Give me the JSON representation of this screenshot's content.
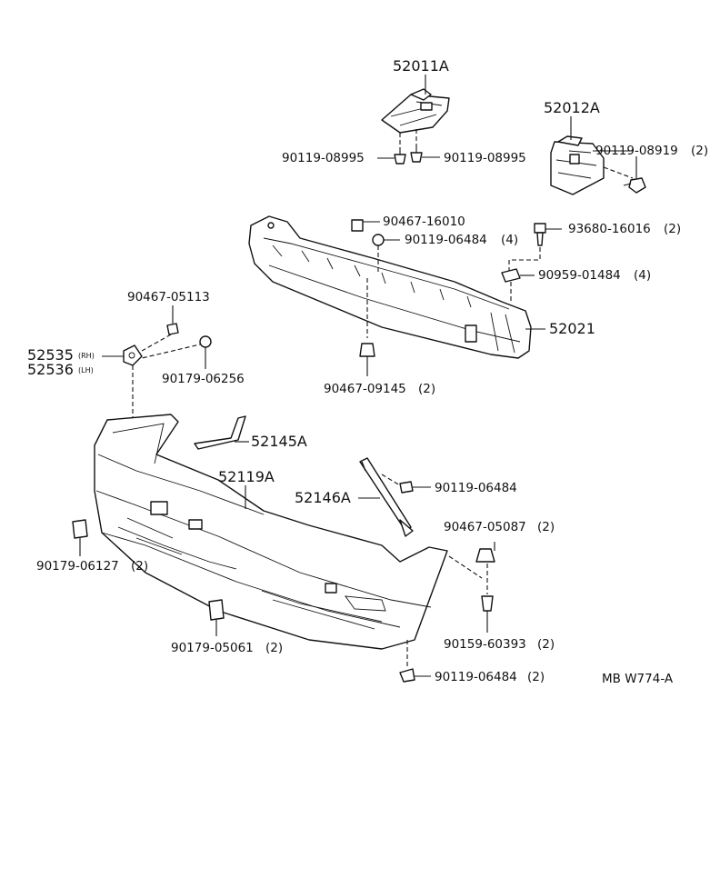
{
  "parts": {
    "p52011A": "52011A",
    "p52012A": "52012A",
    "p90119_08995_a": "90119-08995",
    "p90119_08995_b": "90119-08995",
    "p90119_08919": "90119-08919",
    "p90119_08919_qty": "(2)",
    "p90467_16010": "90467-16010",
    "p90119_06484_top": "90119-06484",
    "p90119_06484_top_qty": "(4)",
    "p93680_16016": "93680-16016",
    "p93680_16016_qty": "(2)",
    "p90959_01484": "90959-01484",
    "p90959_01484_qty": "(4)",
    "p52021": "52021",
    "p90467_05113": "90467-05113",
    "p52535": "52535",
    "p52535_side": "(RH)",
    "p52536": "52536",
    "p52536_side": "(LH)",
    "p90179_06256": "90179-06256",
    "p90467_09145": "90467-09145",
    "p90467_09145_qty": "(2)",
    "p52145A": "52145A",
    "p52119A": "52119A",
    "p52146A": "52146A",
    "p90119_06484_mid": "90119-06484",
    "p90467_05087": "90467-05087",
    "p90467_05087_qty": "(2)",
    "p90179_06127": "90179-06127",
    "p90179_06127_qty": "(2)",
    "p90159_60393": "90159-60393",
    "p90159_60393_qty": "(2)",
    "p90179_05061": "90179-05061",
    "p90179_05061_qty": "(2)",
    "p90119_06484_bot": "90119-06484",
    "p90119_06484_bot_qty": "(2)"
  },
  "drawing_code": "MB W774-A"
}
